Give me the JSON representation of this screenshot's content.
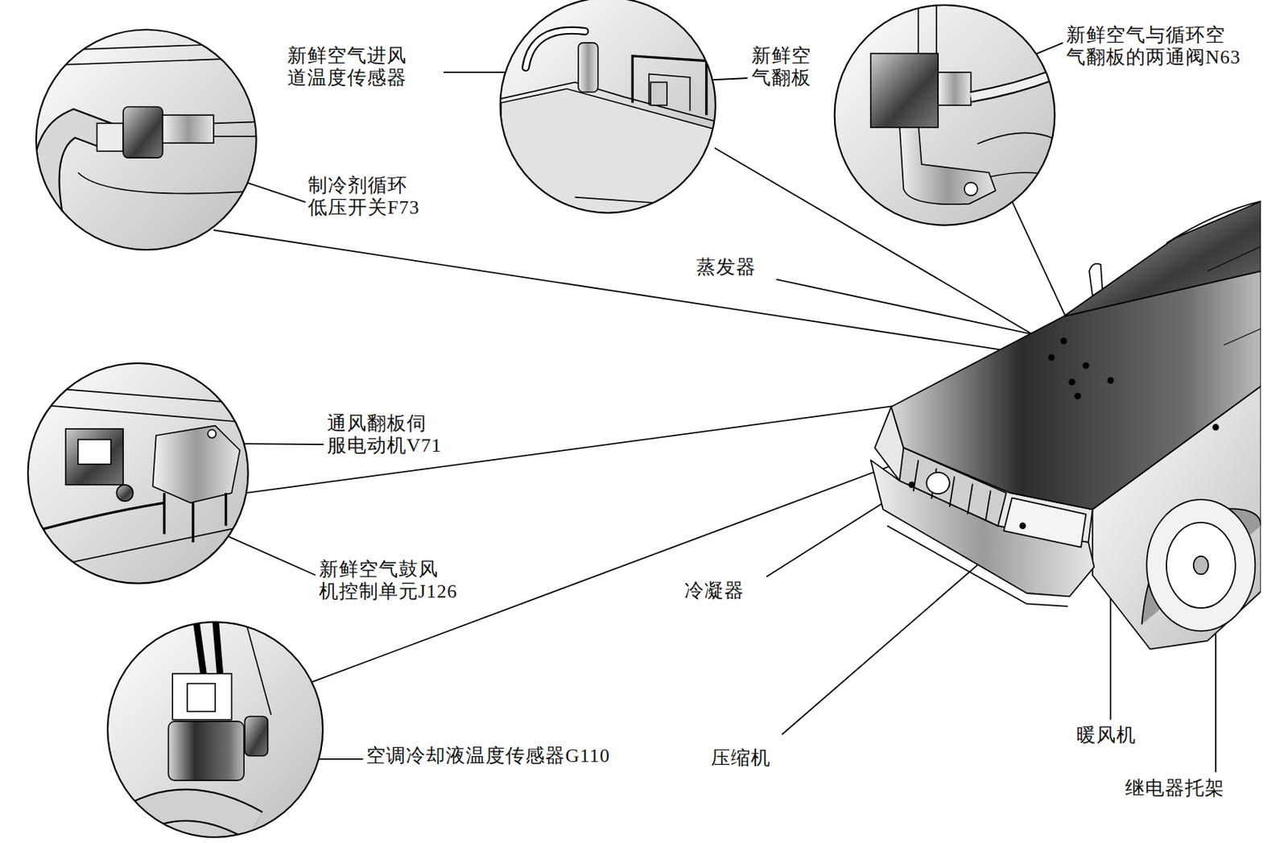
{
  "diagram": {
    "labels": [
      "新鲜空气进风 道温度传感器",
      "新鲜空 气翻板",
      "新鲜空气与循环空 气翻板的两通阀N63",
      "制冷剂循环 低压开关F73",
      "蒸发器",
      "通风翻板伺 服电动机V71",
      "新鲜空气鼓风 机控制单元J126",
      "冷凝器",
      "空调冷却液温度传感器G110",
      "压缩机",
      "暖风机",
      "继电器托架"
    ]
  }
}
